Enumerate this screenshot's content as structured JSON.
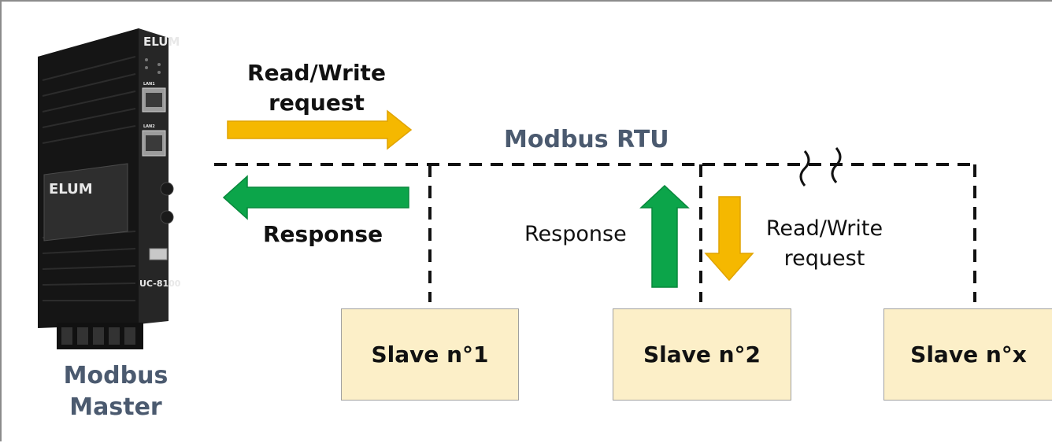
{
  "device": {
    "brand_top": "ELUM",
    "brand_side": "ELUM",
    "model": "UC-8100",
    "port_label_1": "LAN1",
    "port_label_2": "LAN2"
  },
  "master_label": {
    "line1": "Modbus",
    "line2": "Master"
  },
  "bus_label": "Modbus RTU",
  "left_request": {
    "line1": "Read/Write",
    "line2": "request"
  },
  "left_response": "Response",
  "mid_response": "Response",
  "right_request": {
    "line1": "Read/Write",
    "line2": "request"
  },
  "slaves": [
    "Slave n°1",
    "Slave n°2",
    "Slave n°x"
  ],
  "colors": {
    "request_arrow": "#f5b800",
    "response_arrow": "#0ca54a",
    "bus_label": "#4b5a6f",
    "slave_fill": "#fcefc8",
    "device_body": "#1f1f1f"
  }
}
